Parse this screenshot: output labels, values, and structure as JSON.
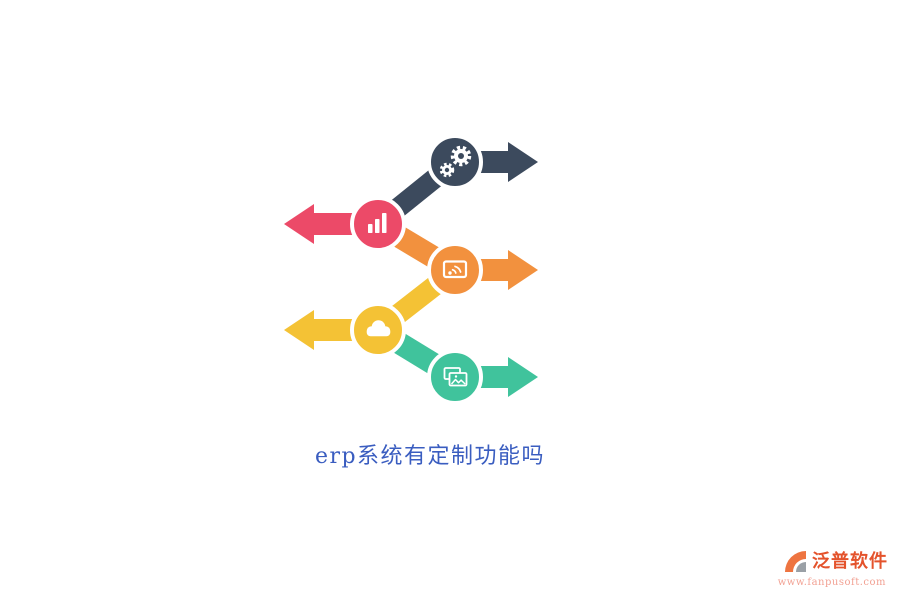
{
  "page": {
    "background": "#ffffff"
  },
  "title": {
    "text": "erp系统有定制功能吗",
    "color": "#3a5dc0"
  },
  "diagram": {
    "steps": [
      {
        "icon": "gears-icon",
        "color": "#3c4a5d",
        "arrow": "right"
      },
      {
        "icon": "bar-chart-icon",
        "color": "#ec4a68",
        "arrow": "left"
      },
      {
        "icon": "screencast-icon",
        "color": "#f2913e",
        "arrow": "right"
      },
      {
        "icon": "cloud-icon",
        "color": "#f4c235",
        "arrow": "left"
      },
      {
        "icon": "photos-icon",
        "color": "#40c39c",
        "arrow": "right"
      }
    ]
  },
  "footer": {
    "brand": "泛普软件",
    "brand_color": "#e4532c",
    "website": "www.fanpusoft.com",
    "website_color": "#f2a193",
    "logo_primary": "#ee7440",
    "logo_secondary": "#9aa0a6"
  }
}
